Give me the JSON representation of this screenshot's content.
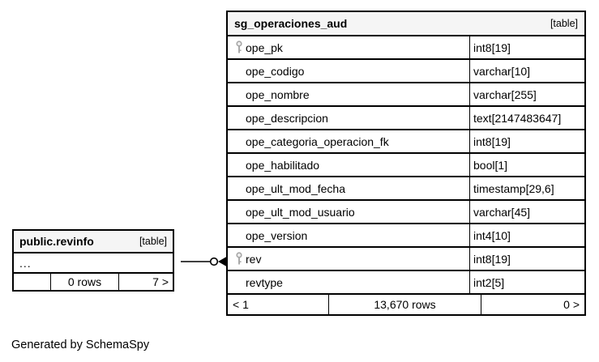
{
  "main_table": {
    "title": "sg_operaciones_aud",
    "tag": "[table]",
    "columns": [
      {
        "name": "ope_pk",
        "type": "int8[19]",
        "pk": true
      },
      {
        "name": "ope_codigo",
        "type": "varchar[10]",
        "pk": false
      },
      {
        "name": "ope_nombre",
        "type": "varchar[255]",
        "pk": false
      },
      {
        "name": "ope_descripcion",
        "type": "text[2147483647]",
        "pk": false
      },
      {
        "name": "ope_categoria_operacion_fk",
        "type": "int8[19]",
        "pk": false
      },
      {
        "name": "ope_habilitado",
        "type": "bool[1]",
        "pk": false
      },
      {
        "name": "ope_ult_mod_fecha",
        "type": "timestamp[29,6]",
        "pk": false
      },
      {
        "name": "ope_ult_mod_usuario",
        "type": "varchar[45]",
        "pk": false
      },
      {
        "name": "ope_version",
        "type": "int4[10]",
        "pk": false
      },
      {
        "name": "rev",
        "type": "int8[19]",
        "pk": true
      },
      {
        "name": "revtype",
        "type": "int2[5]",
        "pk": false
      }
    ],
    "footer": {
      "left": "< 1",
      "center": "13,670 rows",
      "right": "0 >"
    }
  },
  "related_table": {
    "title": "public.revinfo",
    "tag": "[table]",
    "ellipsis": "...",
    "footer": {
      "left": "",
      "center": "0 rows",
      "right": "7 >"
    }
  },
  "caption": "Generated by SchemaSpy",
  "icons": {
    "primary_key": "key-icon",
    "relationship": "fk-connector"
  },
  "colors": {
    "header_bg": "#f5f5f5",
    "border": "#000000",
    "key_icon": "#a6a6a6",
    "background": "#ffffff"
  }
}
